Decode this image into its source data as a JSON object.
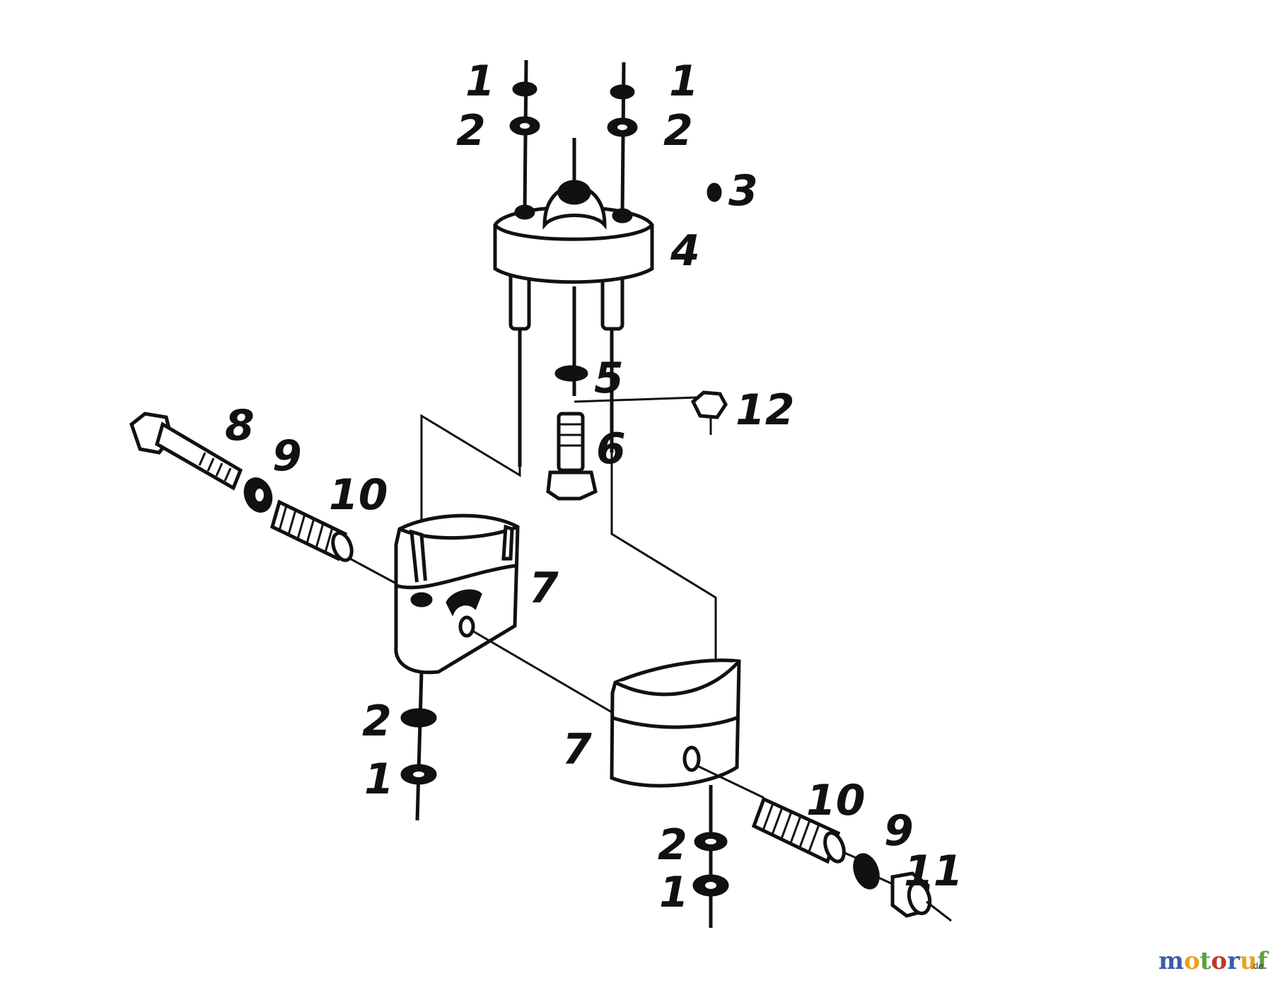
{
  "labels": {
    "l1_top_left": "1",
    "l1_top_right": "1",
    "l2_top_left": "2",
    "l2_top_right": "2",
    "l3": "3",
    "l4": "4",
    "l5": "5",
    "l6": "6",
    "l7_left": "7",
    "l7_right": "7",
    "l8": "8",
    "l9_left": "9",
    "l9_right": "9",
    "l10_left": "10",
    "l10_right": "10",
    "l11": "11",
    "l12": "12",
    "l2_bottom_left": "2",
    "l1_bottom_left": "1",
    "l2_bottom_right": "2",
    "l1_bottom_right": "1"
  },
  "watermark": {
    "m": "m",
    "o1": "o",
    "t": "t",
    "o2": "o",
    "r": "r",
    "u": "u",
    "f": "f",
    "tld": ".de",
    "colors": [
      "#3b5ba5",
      "#e8a317",
      "#5aa040",
      "#c0392b",
      "#3b5ba5",
      "#e8a317",
      "#5aa040"
    ]
  }
}
